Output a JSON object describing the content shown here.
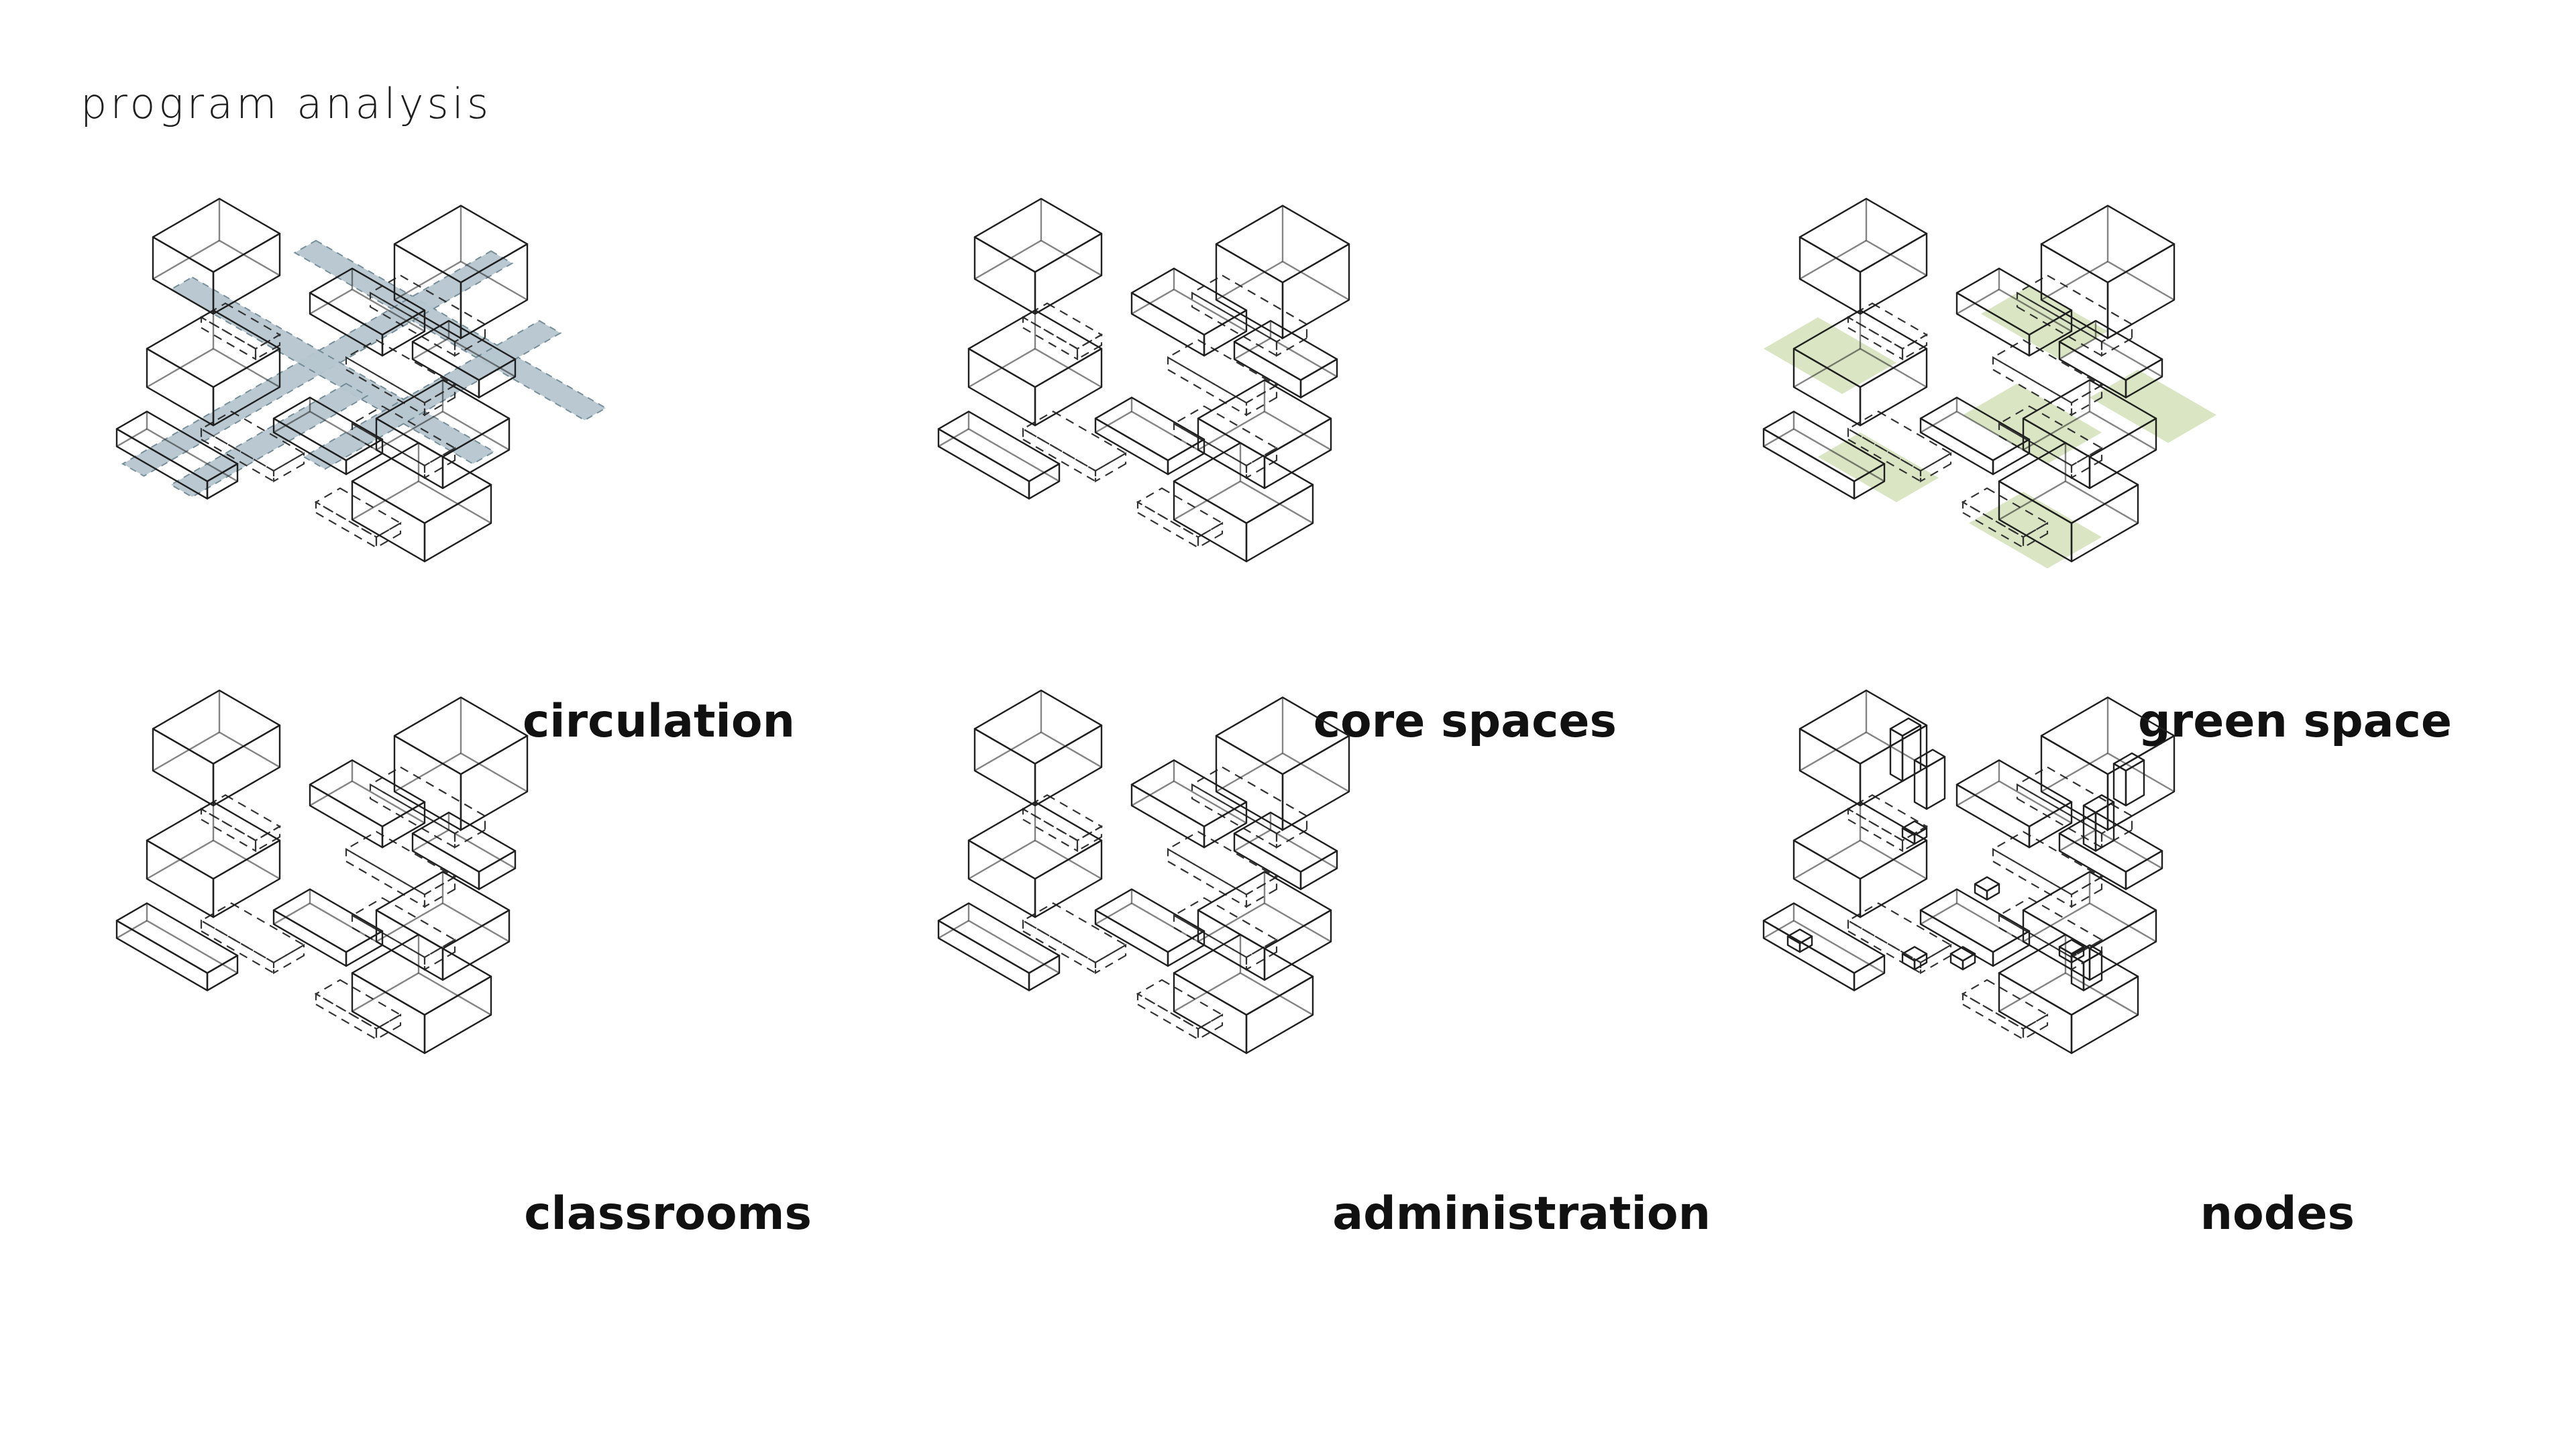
{
  "title": "program analysis",
  "colors": {
    "ink": "#1f1f1f",
    "highlight": "#b7c7cf",
    "highlight_edge": "#6f8a96",
    "green": "#d3e0b8"
  },
  "panels": [
    {
      "label": "circulation",
      "highlight": "circulation"
    },
    {
      "label": "core spaces",
      "highlight": "core"
    },
    {
      "label": "green space",
      "highlight": "green"
    },
    {
      "label": "classrooms",
      "highlight": "classrooms"
    },
    {
      "label": "administration",
      "highlight": "administration"
    },
    {
      "label": "nodes",
      "highlight": "nodes"
    }
  ]
}
